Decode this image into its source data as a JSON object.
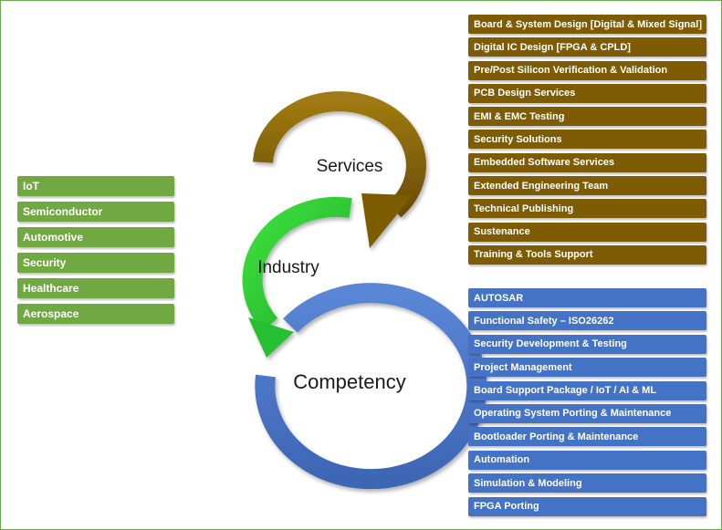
{
  "colors": {
    "industry": "#71a842",
    "services": "#7d5c05",
    "competency": "#4472c4",
    "border": "#6aa84f"
  },
  "diagram": {
    "services_label": "Services",
    "industry_label": "Industry",
    "competency_label": "Competency"
  },
  "industry": {
    "items": [
      "IoT",
      "Semiconductor",
      "Automotive",
      "Security",
      "Healthcare",
      "Aerospace"
    ]
  },
  "services": {
    "items": [
      "Board & System Design [Digital & Mixed Signal]",
      "Digital IC Design [FPGA & CPLD]",
      "Pre/Post Silicon Verification & Validation",
      "PCB Design Services",
      "EMI & EMC Testing",
      "Security Solutions",
      "Embedded Software Services",
      "Extended Engineering Team",
      "Technical Publishing",
      "Sustenance",
      "Training & Tools Support"
    ]
  },
  "competency": {
    "items": [
      "AUTOSAR",
      "Functional Safety – ISO26262",
      "Security Development & Testing",
      "Project Management",
      "Board Support Package / IoT / AI & ML",
      "Operating System Porting & Maintenance",
      "Bootloader Porting & Maintenance",
      "Automation",
      "Simulation & Modeling",
      "FPGA Porting"
    ]
  }
}
